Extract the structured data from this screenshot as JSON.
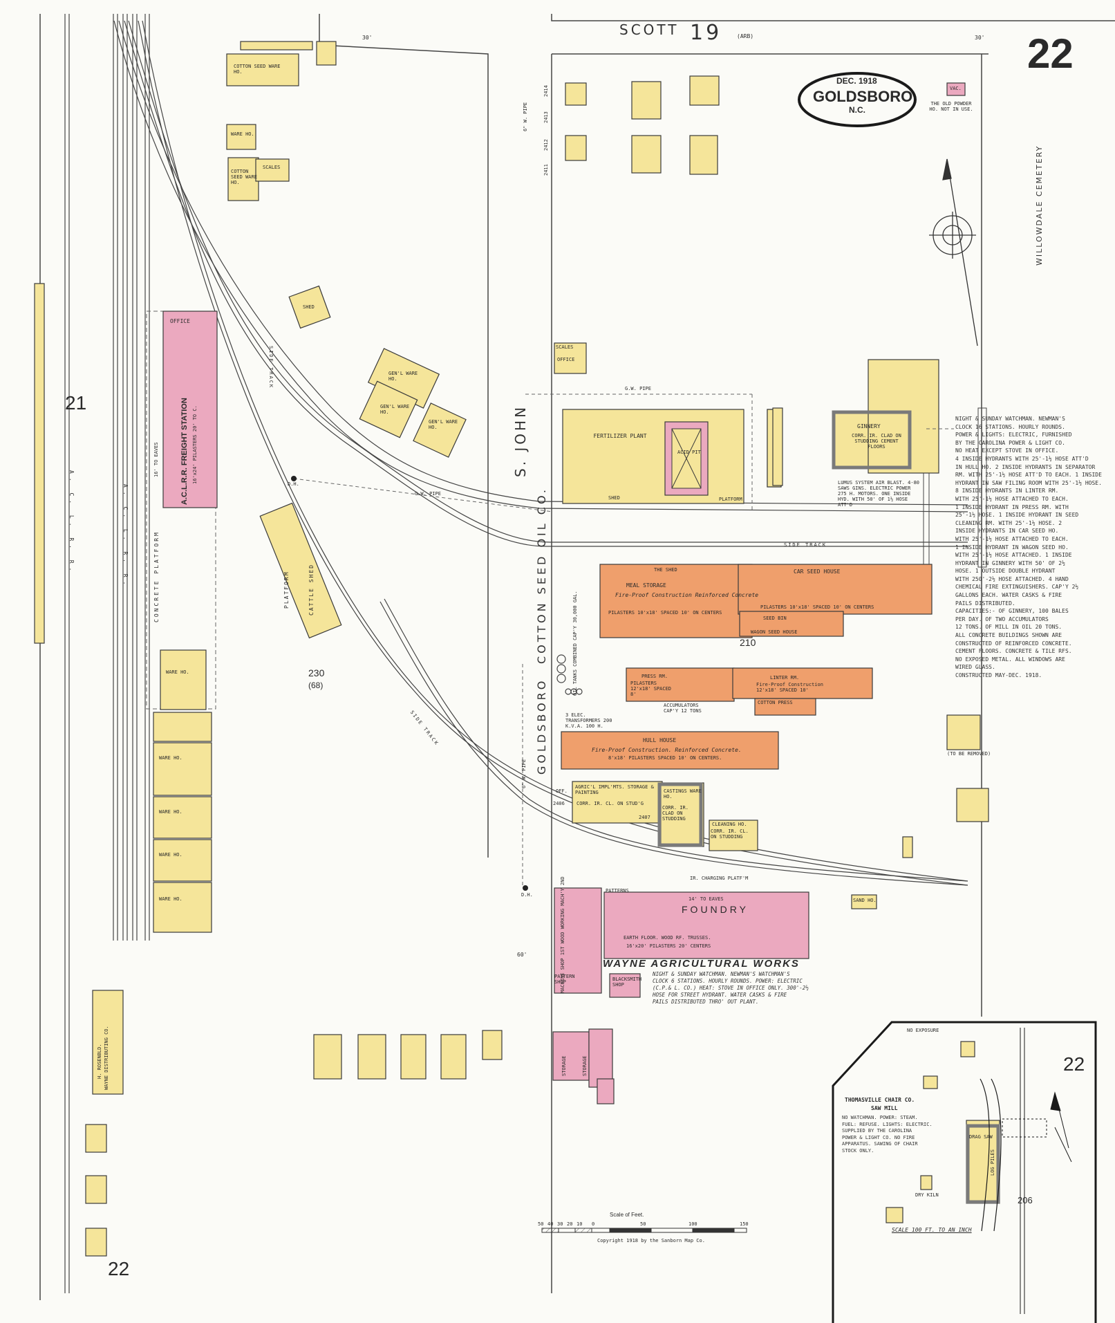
{
  "sheet_number": "22",
  "title": {
    "date": "DEC. 1918",
    "city": "GOLDSBORO",
    "state": "N.C."
  },
  "adjacent_sheets": {
    "left": "21",
    "bottom_left": "22",
    "inset": "22"
  },
  "streets": {
    "scott": "SCOTT",
    "scott_num": "19",
    "scott_arb": "(ARB)",
    "s_john": "S. JOHN",
    "goldsboro": "GOLDSBORO",
    "willowdale": "WILLOWDALE CEMETERY",
    "width_30": "30'",
    "width_60": "60'"
  },
  "rail": {
    "aclrr1": "A. C. L. R. R.",
    "aclrr2": "A. C. L. R. R.",
    "side_track": "SIDE TRACK",
    "freight_station": "A.C.L.R.R. FREIGHT STATION",
    "freight_dims": "16'x24' PILASTERS 20' TO C.",
    "office": "OFFICE",
    "to_eaves": "16' TO EAVES",
    "concrete_platform": "CONCRETE PLATFORM",
    "platform": "PLATFORM",
    "cattle_shed": "CATTLE SHED",
    "dh": "D.H.",
    "gw_pipe": "G.W. PIPE",
    "w_pipe": "6\" W. PIPE",
    "block_230": "230",
    "block_68": "(68)"
  },
  "warehouses": {
    "ware_ho": "WARE HO.",
    "cotton_seed": "COTTON SEED WARE HO.",
    "genl_ware": "GEN'L WARE HO.",
    "shed": "SHED",
    "scales": "SCALES",
    "wayne_dist": "WAYNE DISTRIBUTING CO.",
    "h_rosenbld": "H. ROSENBLD."
  },
  "oil_co": {
    "name": "COTTON SEED OIL CO.",
    "block": "210",
    "fertilizer": "FERTILIZER PLANT",
    "acid_pit": "ACID PIT",
    "shed": "SHED",
    "platform": "PLATFORM",
    "office": "OFFICE",
    "scales": "SCALES",
    "ginnery": "GINNERY",
    "ginnery_const": "CORR. IR. CLAD ON STUDDING CEMENT FLOORS",
    "lumus": "LUMUS SYSTEM AIR BLAST. 4-80 SAWS GINS. ELECTRIC POWER 275 H. MOTORS. ONE INSIDE HYD. WITH 50' OF 1½ HOSE ATT'D",
    "meal_storage": "MEAL STORAGE",
    "meal_const": "Fire-Proof Construction Reinforced Concrete",
    "meal_pil": "PILASTERS 10'x18' SPACED 10' ON CENTERS",
    "the_shed": "THE SHED",
    "car_seed": "CAR SEED HOUSE",
    "car_pil": "PILASTERS 10'x18' SPACED 10' ON CENTERS",
    "seed_bin": "SEED BIN",
    "wagon_seed": "WAGON SEED HOUSE",
    "press_rm": "PRESS RM.",
    "press_pil": "PILASTERS 12'x18' SPACED 8'",
    "linter_rm": "LINTER RM.",
    "linter_const": "Fire-Proof Construction 12'x18' SPACED 10'",
    "cotton_press": "COTTON PRESS",
    "hull_house": "HULL HOUSE",
    "hull_const": "Fire-Proof Construction. Reinforced Concrete.",
    "hull_pil": "8'x18' PILASTERS SPACED 10' ON CENTERS.",
    "oil_tanks": "OIL TANKS COMBINED CAP'Y 30,000 GAL.",
    "transformers": "3 ELEC. TRANSFORMERS 200 K.V.A. 100 H.",
    "accumulators": "ACCUMULATORS CAP'Y 12 TONS",
    "notes": "NIGHT & SUNDAY WATCHMAN. NEWMAN'S\nCLOCK 16 STATIONS. HOURLY ROUNDS.\nPOWER & LIGHTS: ELECTRIC, FURNISHED\nBY THE CAROLINA POWER & LIGHT CO.\nNO HEAT EXCEPT STOVE IN OFFICE.\n4 INSIDE HYDRANTS WITH 25'-1½ HOSE ATT'D\nIN HULL HO. 2 INSIDE HYDRANTS IN SEPARATOR\nRM. WITH 25'-1½ HOSE ATT'D TO EACH. 1 INSIDE\nHYDRANT IN SAW FILING ROOM WITH 25'-1½ HOSE.\n8 INSIDE HYDRANTS IN LINTER RM.\nWITH 25'-1½ HOSE ATTACHED TO EACH.\n1 INSIDE HYDRANT IN PRESS RM. WITH\n25'-1½ HOSE. 1 INSIDE HYDRANT IN SEED\nCLEANING RM. WITH 25'-1½ HOSE. 2\nINSIDE HYDRANTS IN CAR SEED HO.\nWITH 25'-1½ HOSE ATTACHED TO EACH.\n1 INSIDE HYDRANT IN WAGON SEED HO.\nWITH 25'-1½ HOSE ATTACHED. 1 INSIDE\nHYDRANT IN GINNERY WITH 50' OF 2½\nHOSE. 1 OUTSIDE DOUBLE HYDRANT\nWITH 250'-2½ HOSE ATTACHED. 4 HAND\nCHEMICAL FIRE EXTINGUISHERS. CAP'Y 2½\nGALLONS EACH. WATER CASKS & FIRE\nPAILS DISTRIBUTED.\nCAPACITIES:- OF GINNERY, 100 BALES\nPER DAY. OF TWO ACCUMULATORS\n12 TONS. OF MILL IN OIL 20 TONS.\nALL CONCRETE BUILDINGS SHOWN ARE\nCONSTRUCTED OF REINFORCED CONCRETE.\nCEMENT FLOORS. CONCRETE & TILE RFS.\nNO EXPOSED METAL. ALL WINDOWS ARE\nWIRED GLASS.\nCONSTRUCTED MAY-DEC. 1918."
  },
  "wayne": {
    "name": "WAYNE AGRICULTURAL WORKS",
    "foundry": "FOUNDRY",
    "foundry_floor": "EARTH FLOOR. WOOD RF. TRUSSES.",
    "foundry_pil": "16'x20' PILASTERS 20' CENTERS",
    "to_eaves": "14' TO EAVES",
    "machine_shop": "MACHINE SHOP 1ST WOOD WORKING MACH'Y 2ND",
    "blacksmith": "BLACKSMITH SHOP",
    "agricl": "AGRIC'L IMPL'MTS. STORAGE & PAINTING",
    "agricl_const": "CORR. IR. CL. ON STUD'G",
    "castings": "CASTINGS WARE HO.",
    "castings_const": "CORR. IR. CLAD ON STUDDING",
    "cleaning": "CLEANING HO.",
    "cleaning_const": "CORR. IR. CL. ON STUDDING",
    "storage": "STORAGE",
    "pattern": "PATTERN SHOP",
    "patterns": "PATTERNS",
    "charging": "IR. CHARGING PLATF'M",
    "sand_ho": "SAND HO.",
    "off": "OFF.",
    "n2406": "2406",
    "n2407": "2407",
    "notes": "NIGHT & SUNDAY WATCHMAN. NEWMAN'S WATCHMAN'S\nCLOCK 6 STATIONS. HOURLY ROUNDS. POWER: ELECTRIC\n(C.P.& L. CO.) HEAT: STOVE IN OFFICE ONLY. 300'-2½\nHOSE FOR STREET HYDRANT. WATER CASKS & FIRE\nPAILS DISTRIBUTED THRO' OUT PLANT."
  },
  "misc": {
    "vac": "VAC.",
    "old_powder": "THE OLD POWDER HO. NOT IN USE.",
    "to_be_removed": "(TO BE REMOVED)",
    "no_exposure": "NO EXPOSURE"
  },
  "inset": {
    "title": "THOMASVILLE CHAIR CO.",
    "subtitle": "SAW MILL",
    "notes": "NO WATCHMAN. POWER: STEAM.\nFUEL: REFUSE. LIGHTS: ELECTRIC.\nSUPPLIED BY THE CAROLINA\nPOWER & LIGHT CO. NO FIRE\nAPPARATUS. SAWING OF CHAIR\nSTOCK ONLY.",
    "block": "206",
    "log_piles": "LOG PILES",
    "dry_kiln": "DRY KILN",
    "saw": "DRAG SAW",
    "scale": "SCALE 100 FT. TO AN INCH"
  },
  "scale_bar": {
    "title": "Scale of Feet.",
    "ticks": [
      "50",
      "40",
      "30",
      "20",
      "10",
      "0",
      "50",
      "100",
      "150"
    ],
    "copyright": "Copyright 1918 by the Sanborn Map Co."
  },
  "house_numbers": [
    "2414",
    "2413",
    "2412",
    "2411"
  ],
  "colors": {
    "frame_yellow": "#f5e59a",
    "brick_pink": "#eba9bf",
    "concrete_orange": "#ef9f6c",
    "metal_gray": "#9a9a9a",
    "outline": "#3a3a3a",
    "paper": "#fbfbf7"
  }
}
